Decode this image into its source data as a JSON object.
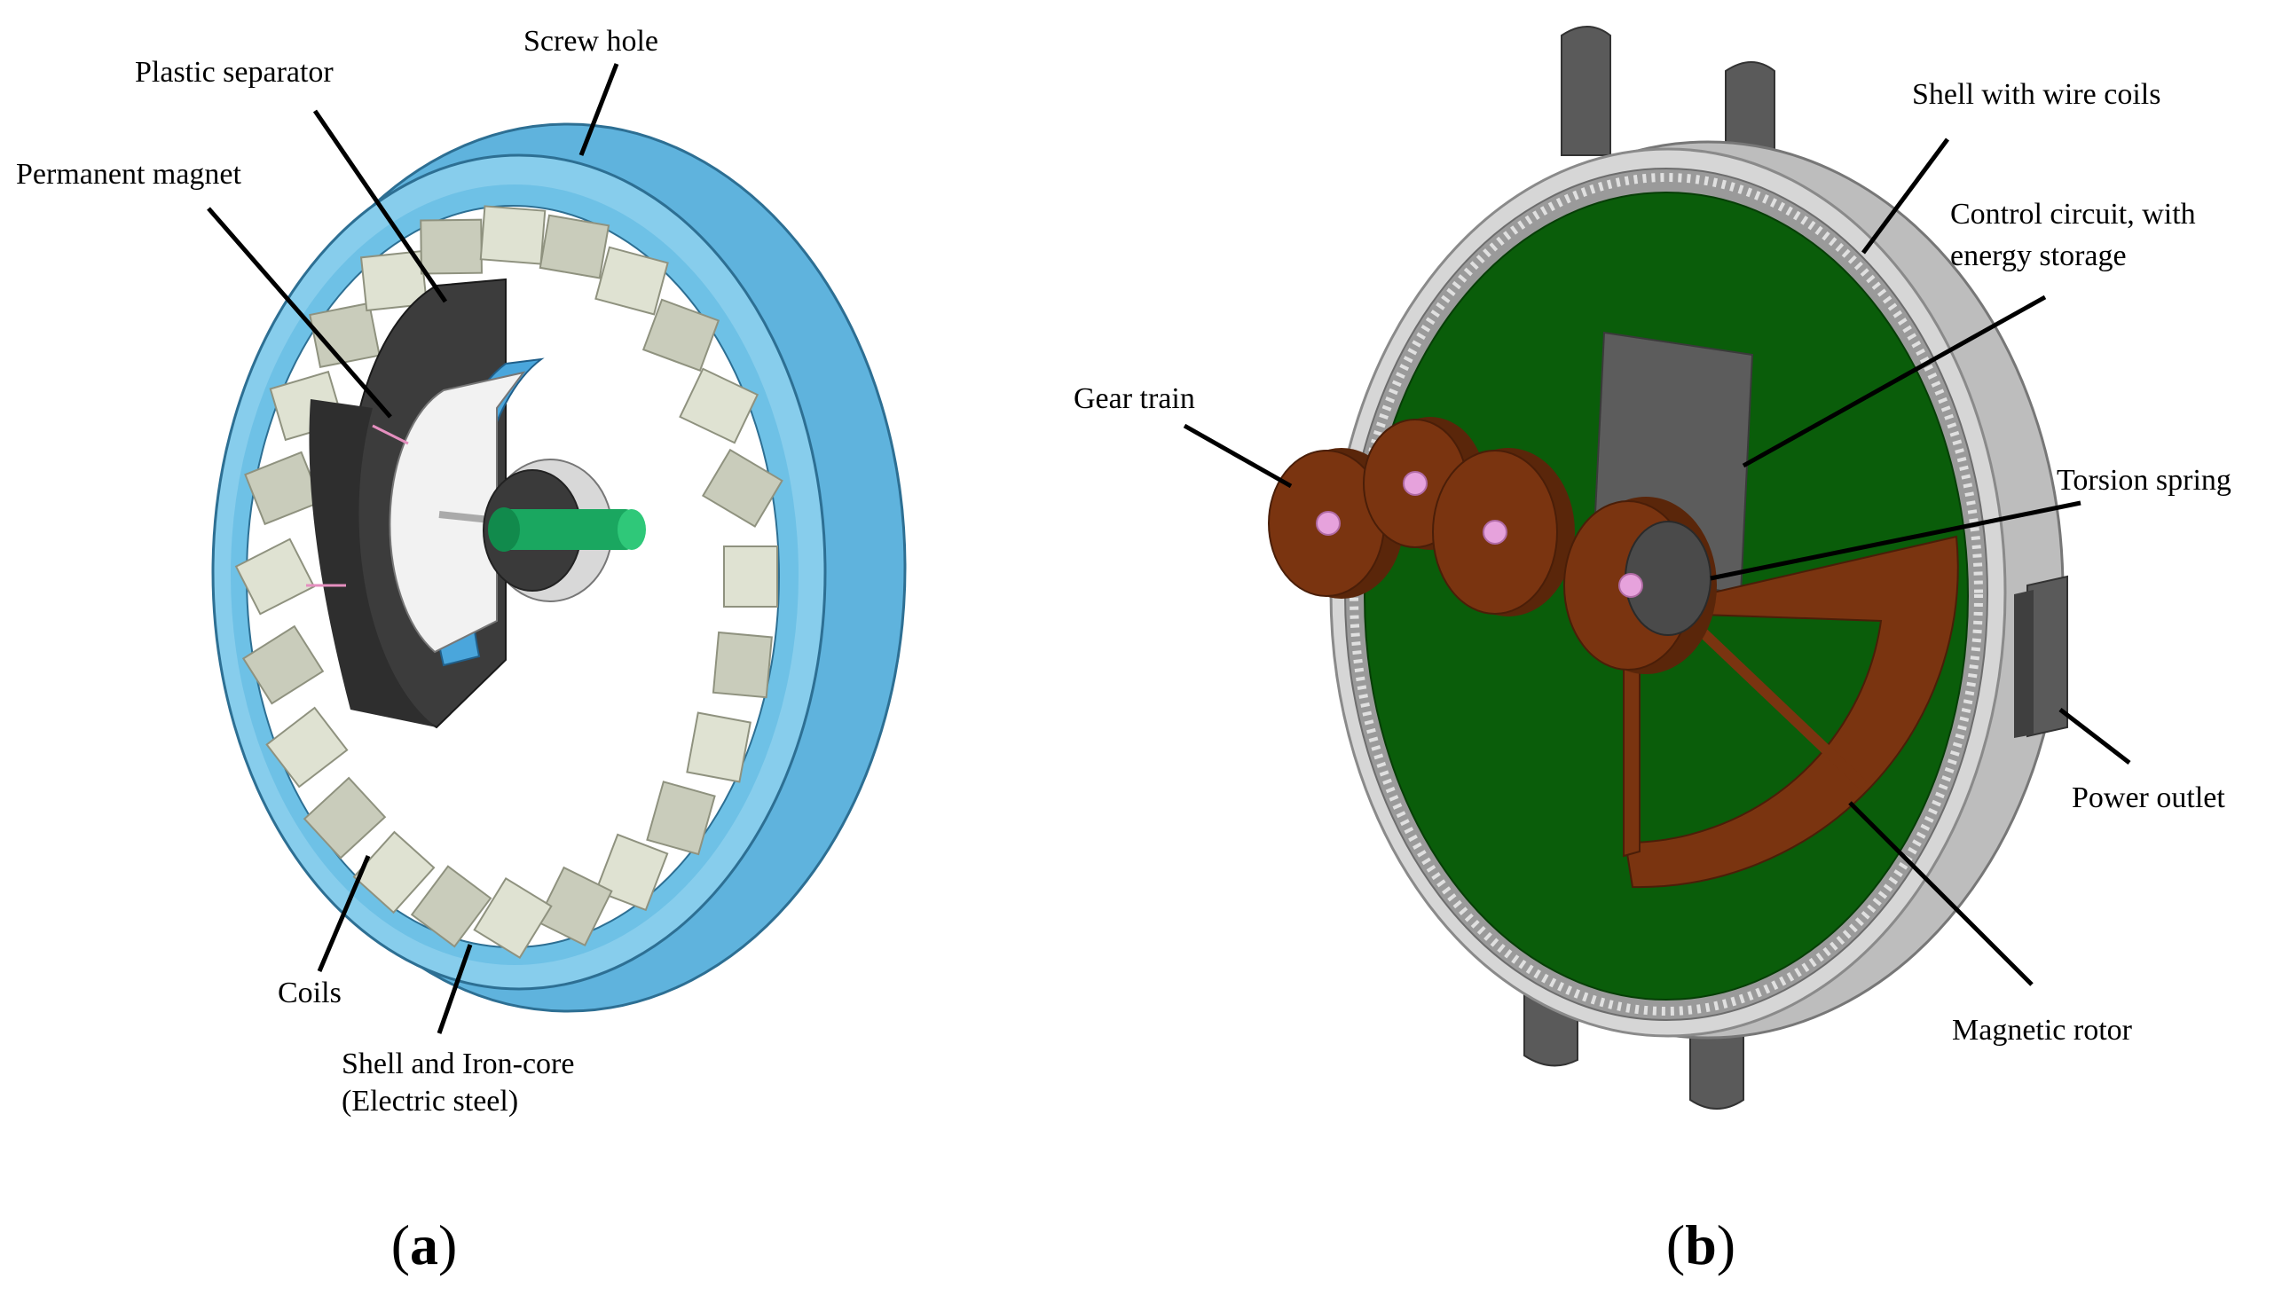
{
  "panel_a": {
    "labels": {
      "plastic_separator": "Plastic separator",
      "screw_hole": "Screw hole",
      "permanent_magnet": "Permanent magnet",
      "coils": "Coils",
      "shell_line1": "Shell and Iron-core",
      "shell_line2": "(Electric steel)"
    },
    "caption": {
      "open": "(",
      "letter": "a",
      "close": ")"
    }
  },
  "panel_b": {
    "labels": {
      "shell_with_wire_coils": "Shell with wire coils",
      "control_line1": "Control circuit, with",
      "control_line2": "energy storage",
      "gear_train": "Gear train",
      "torsion_spring": "Torsion spring",
      "power_outlet": "Power outlet",
      "magnetic_rotor": "Magnetic rotor"
    },
    "caption": {
      "open": "(",
      "letter": "b",
      "close": ")"
    }
  },
  "colors": {
    "shell_blue": "#87cdec",
    "shell_blue_dark": "#5fb3dd",
    "core_block": "#d5d8c8",
    "magnet_dark": "#3c3c3c",
    "shaft_green": "#1aa760",
    "board_green": "#0a5d0a",
    "gear_brown": "#7a3410",
    "casing_grey": "#cfcfcf",
    "clip_grey": "#5a5a5a",
    "gear_pin_pink": "#e6a2dc"
  }
}
